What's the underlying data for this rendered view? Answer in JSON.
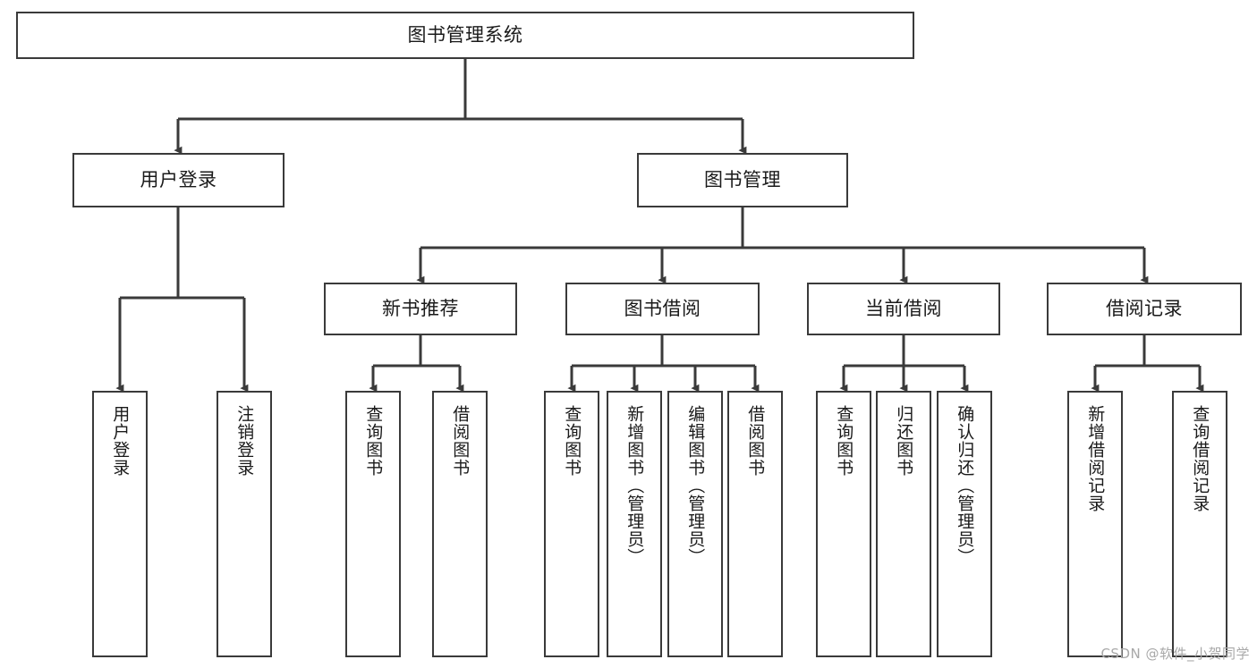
{
  "diagram": {
    "title": "图书管理系统",
    "type": "tree-hierarchy-diagram",
    "colors": {
      "box_border": "#3a3a3a",
      "box_fill": "#ffffff",
      "edge": "#3a3a3a",
      "text": "#1a1a1a",
      "watermark": "#a8a8a8"
    },
    "nodes": {
      "root": {
        "label": "图书管理系统"
      },
      "level2": [
        {
          "label": "用户登录"
        },
        {
          "label": "图书管理"
        }
      ],
      "level3": [
        {
          "label": "新书推荐"
        },
        {
          "label": "图书借阅"
        },
        {
          "label": "当前借阅"
        },
        {
          "label": "借阅记录"
        }
      ],
      "leaves_user_login": [
        {
          "label": "用户登录"
        },
        {
          "label": "注销登录"
        }
      ],
      "leaves_new_book": [
        {
          "label": "查询图书"
        },
        {
          "label": "借阅图书"
        }
      ],
      "leaves_borrow": [
        {
          "label": "查询图书"
        },
        {
          "label": "新增图书（管理员）"
        },
        {
          "label": "编辑图书（管理员）"
        },
        {
          "label": "借阅图书"
        }
      ],
      "leaves_current": [
        {
          "label": "查询图书"
        },
        {
          "label": "归还图书"
        },
        {
          "label": "确认归还（管理员）"
        }
      ],
      "leaves_records": [
        {
          "label": "新增借阅记录"
        },
        {
          "label": "查询借阅记录"
        }
      ]
    },
    "watermark": "CSDN @软件_小贺同学"
  }
}
